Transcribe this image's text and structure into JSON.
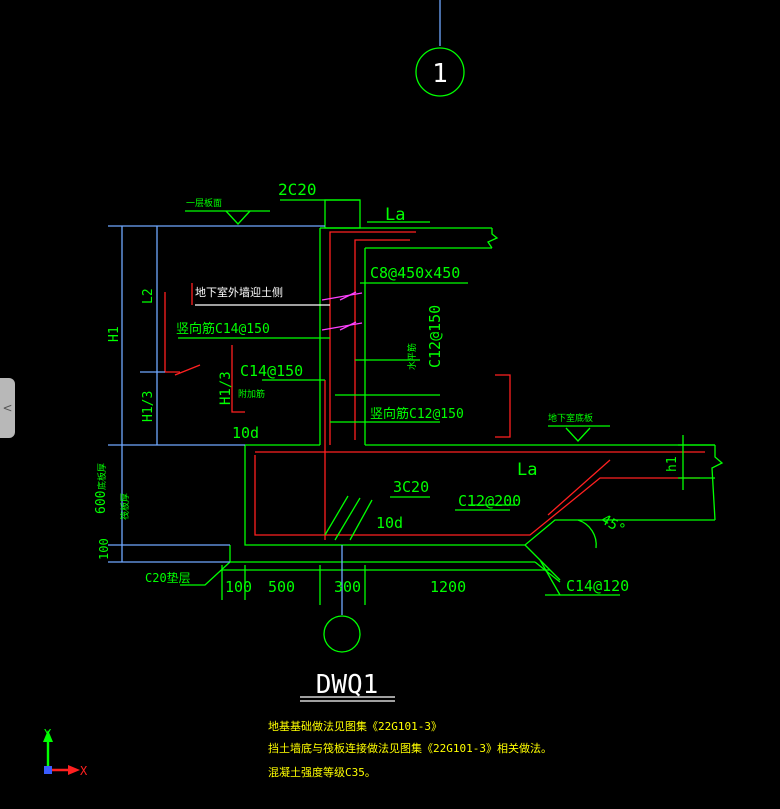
{
  "colors": {
    "background": "#000000",
    "concrete": "#00ff00",
    "rebar": "#ff2020",
    "dimension": "#00ff00",
    "axis": "#6fa8ff",
    "white": "#ffffff",
    "stirrup": "#ff40ff"
  },
  "ui": {
    "side_tab_glyph": "<"
  },
  "drawing": {
    "axis_number": "1",
    "title": "DWQ1",
    "top_label_2c20": "2C20",
    "la_top": "La",
    "first_floor_label": "一层板面",
    "basement_wall_label": "地下室外墙迎土侧",
    "stirrup_c8": "C8@450x450",
    "vertical_c14": "竖向筋C14@150",
    "c14_150": "C14@150",
    "addl_bar": "附加筋",
    "h1_3_small": "H1/3",
    "ten_d_a": "10d",
    "horizontal_label": "水平筋",
    "c12_150_vertical": "C12@150",
    "vertical_c12": "竖向筋C12@150",
    "basement_floor_label": "地下室底板",
    "la_mid": "La",
    "h1_small": "h1",
    "three_c20": "3C20",
    "c12_200": "C12@200",
    "ten_d_b": "10d",
    "angle": "45°",
    "c14_120": "C14@120",
    "c20_cushion": "C20垫层",
    "dim_h1": "H1",
    "dim_l2": "L2",
    "dim_h1_3": "H1/3",
    "dim_600": "600",
    "dim_600_note": "底板厚",
    "dim_600_side": "筏板厚",
    "dim_100_v": "100",
    "dim_100": "100",
    "dim_500": "500",
    "dim_300": "300",
    "dim_1200": "1200",
    "note1": "地基基础做法见图集《22G101-3》",
    "note2": "挡土墙底与筏板连接做法见图集《22G101-3》相关做法。",
    "note3": "混凝土强度等级C35。",
    "ucs_y": "Y",
    "ucs_x": "X"
  }
}
